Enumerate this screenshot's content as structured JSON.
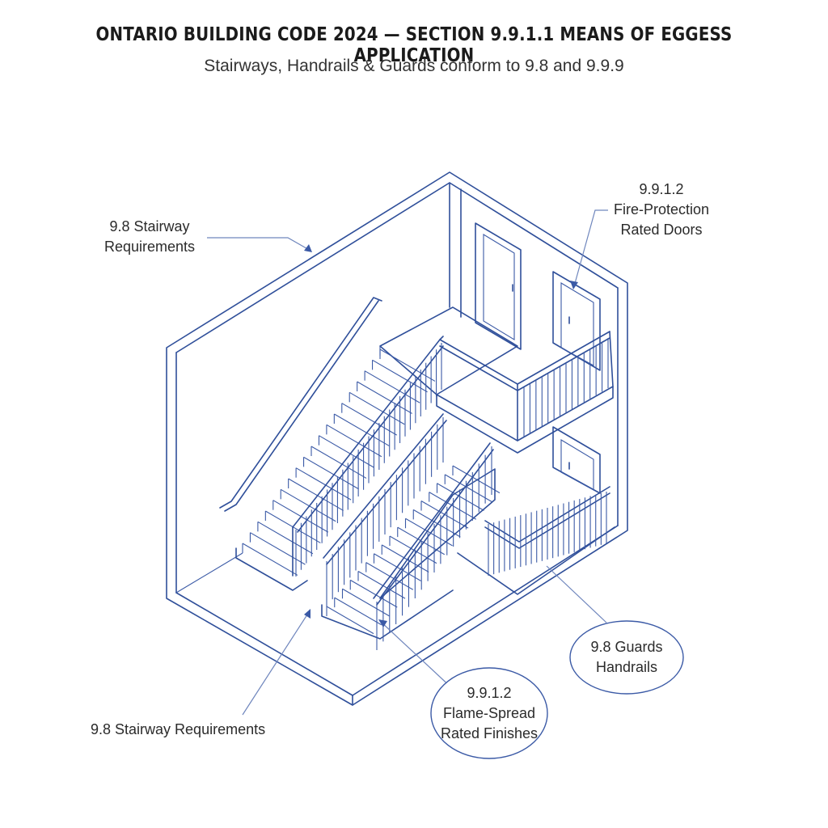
{
  "diagram": {
    "title": "ONTARIO BUILDING CODE 2024 — SECTION 9.9.1.1 MEANS OF EGGESS APPLICATION",
    "subtitle": "Stairways, Handrails & Guards conform to 9.8 and 9.9.9",
    "callouts": {
      "stair_top": {
        "line1": "9.8 Stairway",
        "line2": "Requirements"
      },
      "doors": {
        "line1": "9.9.1.2",
        "line2": "Fire-Protection",
        "line3": "Rated Doors"
      },
      "guards": {
        "line1": "9.8 Guards",
        "line2": "Handrails"
      },
      "finishes": {
        "line1": "9.9.1.2",
        "line2": "Flame-Spread",
        "line3": "Rated Finishes"
      },
      "stair_bottom": {
        "line1": "9.8 Stairway Requirements"
      }
    },
    "colors": {
      "linework": "#2f4f9a",
      "leader": "#6f86bd",
      "text": "#2b2b2b"
    }
  }
}
